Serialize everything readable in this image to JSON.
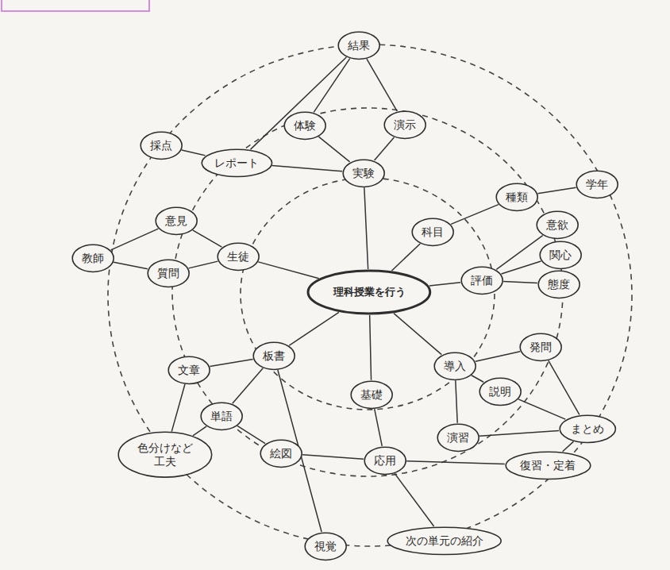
{
  "diagram": {
    "nodes": [
      {
        "text": [
          "結果"
        ]
      },
      {
        "text": [
          "体験"
        ]
      },
      {
        "text": [
          "演示"
        ]
      },
      {
        "text": [
          "採点"
        ]
      },
      {
        "text": [
          "レポート"
        ]
      },
      {
        "text": [
          "実験"
        ]
      },
      {
        "text": [
          "種類"
        ]
      },
      {
        "text": [
          "学年"
        ]
      },
      {
        "text": [
          "意欲"
        ]
      },
      {
        "text": [
          "教師"
        ]
      },
      {
        "text": [
          "意見"
        ]
      },
      {
        "text": [
          "科目"
        ]
      },
      {
        "text": [
          "関心"
        ]
      },
      {
        "text": [
          "生徒"
        ]
      },
      {
        "text": [
          "質問"
        ]
      },
      {
        "text": [
          "評価"
        ]
      },
      {
        "text": [
          "理科授業を行う"
        ]
      },
      {
        "text": [
          "態度"
        ]
      },
      {
        "text": [
          "発問"
        ]
      },
      {
        "text": [
          "板書"
        ]
      },
      {
        "text": [
          "文章"
        ]
      },
      {
        "text": [
          "導入"
        ]
      },
      {
        "text": [
          "基礎"
        ]
      },
      {
        "text": [
          "説明"
        ]
      },
      {
        "text": [
          "まとめ"
        ]
      },
      {
        "text": [
          "単語"
        ]
      },
      {
        "text": [
          "演習"
        ]
      },
      {
        "text": [
          "色分けなど 工夫"
        ]
      },
      {
        "text": [
          "絵図"
        ]
      },
      {
        "text": [
          "応用"
        ]
      },
      {
        "text": [
          "復習・定着"
        ]
      },
      {
        "text": [
          "視覚"
        ]
      },
      {
        "text": [
          "次の単元の紹介"
        ]
      }
    ],
    "edges": [
      {
        "from": 16,
        "to": 5,
        "arrow": "none"
      },
      {
        "from": 16,
        "to": 11,
        "arrow": "none"
      },
      {
        "from": 16,
        "to": 15,
        "arrow": "none"
      },
      {
        "from": 16,
        "to": 21,
        "arrow": "none"
      },
      {
        "from": 16,
        "to": 22,
        "arrow": "none"
      },
      {
        "from": 16,
        "to": 19,
        "arrow": "none"
      },
      {
        "from": 16,
        "to": 13,
        "arrow": "none"
      },
      {
        "from": 5,
        "to": 1,
        "arrow": "none"
      },
      {
        "from": 5,
        "to": 2,
        "arrow": "none"
      },
      {
        "from": 1,
        "to": 0,
        "arrow": "none"
      },
      {
        "from": 2,
        "to": 0,
        "arrow": "none"
      },
      {
        "from": 4,
        "to": 5,
        "arrow": "none"
      },
      {
        "from": 4,
        "to": 3,
        "arrow": "none"
      },
      {
        "from": 4,
        "to": 0,
        "arrow": "none"
      },
      {
        "from": 13,
        "to": 10,
        "arrow": "none"
      },
      {
        "from": 13,
        "to": 14,
        "arrow": "none"
      },
      {
        "from": 10,
        "to": 9,
        "arrow": "none"
      },
      {
        "from": 14,
        "to": 9,
        "arrow": "none"
      },
      {
        "from": 11,
        "to": 6,
        "arrow": "none"
      },
      {
        "from": 6,
        "to": 7,
        "arrow": "none"
      },
      {
        "from": 15,
        "to": 8,
        "arrow": "none"
      },
      {
        "from": 15,
        "to": 12,
        "arrow": "none"
      },
      {
        "from": 15,
        "to": 17,
        "arrow": "none"
      },
      {
        "from": 21,
        "to": 18,
        "arrow": "none"
      },
      {
        "from": 21,
        "to": 23,
        "arrow": "none"
      },
      {
        "from": 21,
        "to": 26,
        "arrow": "none"
      },
      {
        "from": 18,
        "to": 24,
        "arrow": "none"
      },
      {
        "from": 23,
        "to": 24,
        "arrow": "none"
      },
      {
        "from": 24,
        "to": 30,
        "arrow": "none"
      },
      {
        "from": 24,
        "to": 26,
        "arrow": "none"
      },
      {
        "from": 19,
        "to": 20,
        "arrow": "none"
      },
      {
        "from": 19,
        "to": 25,
        "arrow": "none"
      },
      {
        "from": 19,
        "to": 31,
        "arrow": "none"
      },
      {
        "from": 20,
        "to": 27,
        "arrow": "none"
      },
      {
        "from": 25,
        "to": 27,
        "arrow": "none"
      },
      {
        "from": 25,
        "to": 28,
        "arrow": "none"
      },
      {
        "from": 22,
        "to": 29,
        "arrow": "none"
      },
      {
        "from": 29,
        "to": 28,
        "arrow": "none"
      },
      {
        "from": 29,
        "to": 30,
        "arrow": "none"
      },
      {
        "from": 29,
        "to": 32,
        "arrow": "none"
      }
    ]
  }
}
